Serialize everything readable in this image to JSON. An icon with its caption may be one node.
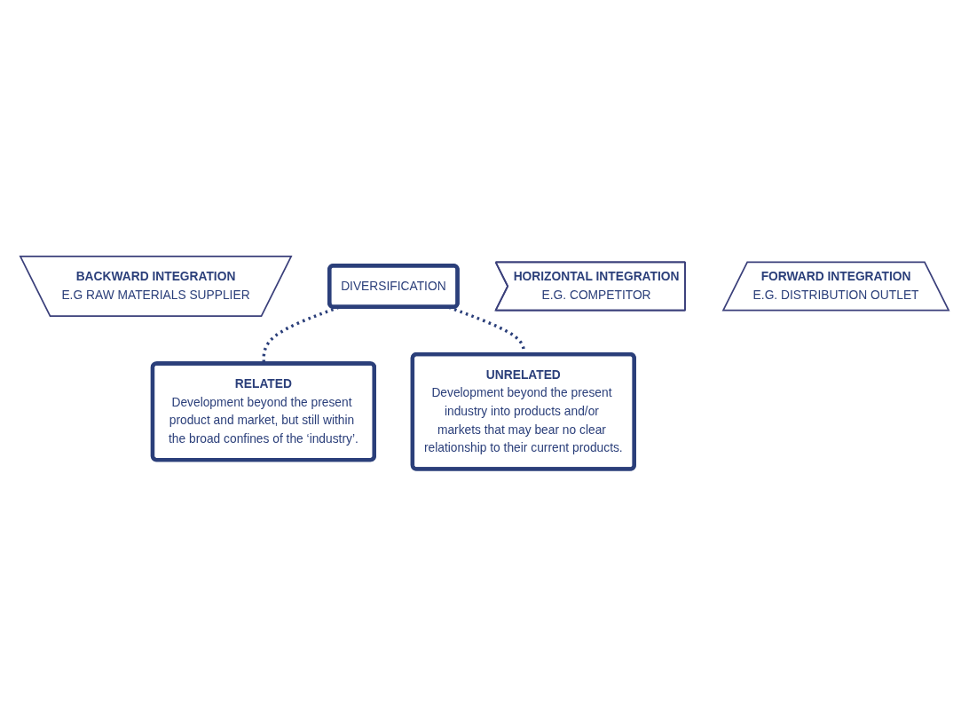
{
  "diagram": {
    "nodes": [
      {
        "text": [
          "BACKWARD INTEGRATION",
          "E.G RAW MATERIALS SUPPLIER"
        ]
      },
      {
        "text": [
          "DIVERSIFICATION"
        ]
      },
      {
        "text": [
          "RELATED",
          "Development beyond the present product and market, but still within the broad confines of the ‘industry’."
        ]
      },
      {
        "text": [
          "HORIZONTAL INTEGRATION",
          "E.G. COMPETITOR"
        ]
      },
      {
        "text": [
          "UNRELATED",
          "Development beyond the present industry into products and/or markets that may bear no clear relationship to their current products."
        ]
      },
      {
        "text": [
          "FORWARD INTEGRATION",
          "E.G. DISTRIBUTION OUTLET"
        ]
      }
    ],
    "edges": [
      {
        "from": 1,
        "to": 2,
        "arrow": "none",
        "style": "dashed"
      },
      {
        "from": 1,
        "to": 4,
        "arrow": "none",
        "style": "dashed"
      }
    ]
  }
}
